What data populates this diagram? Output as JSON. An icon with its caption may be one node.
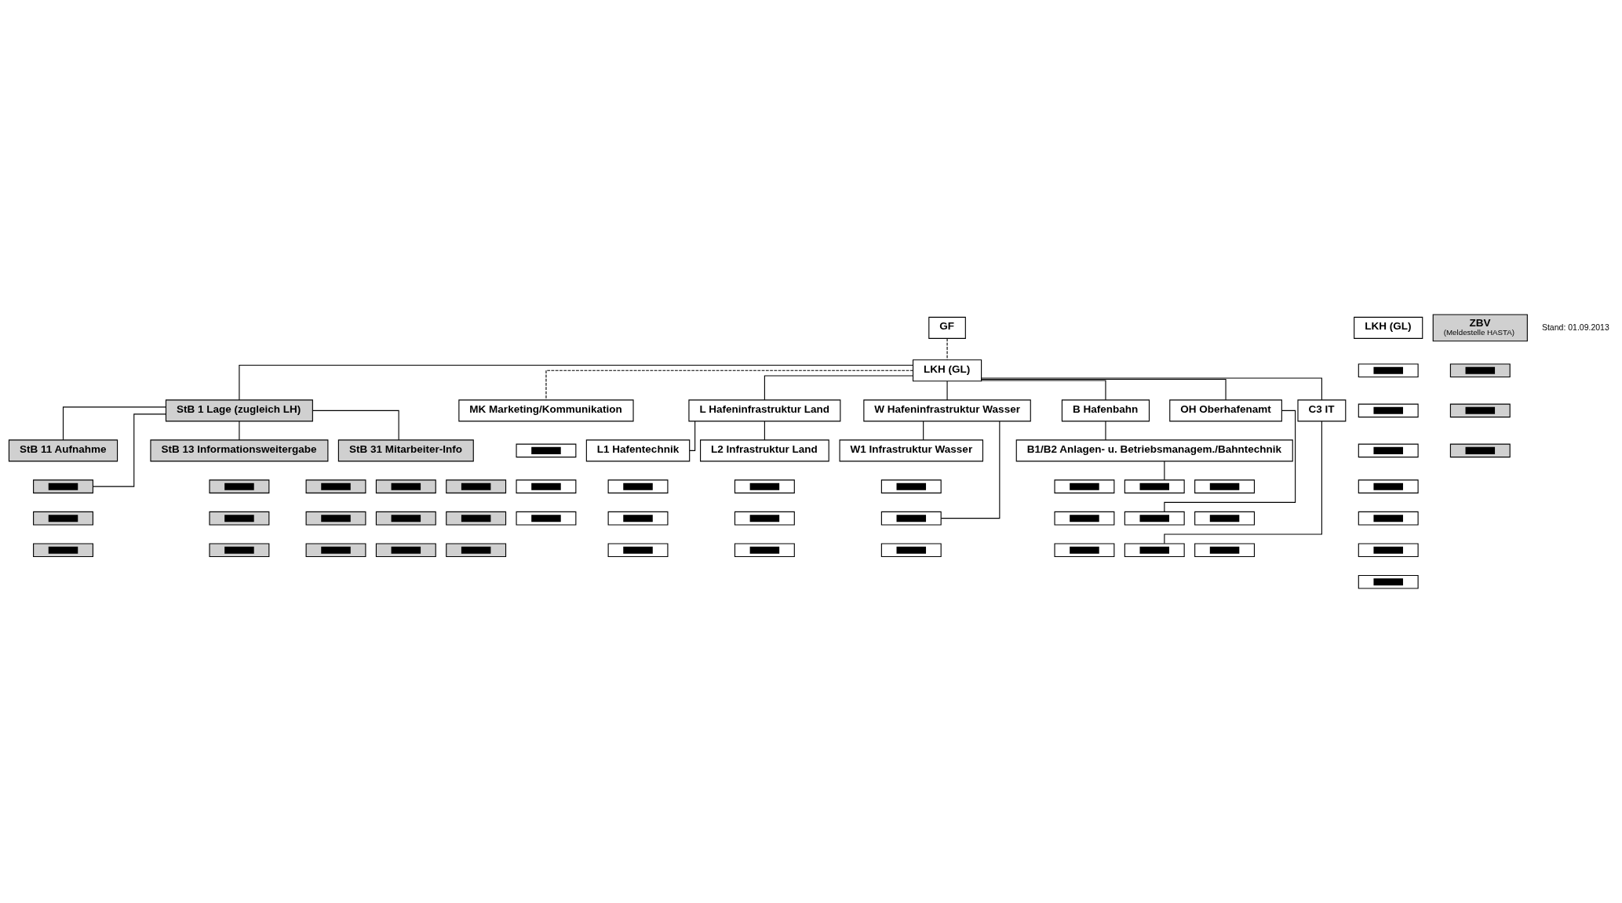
{
  "diagram": {
    "nodes": [
      {
        "text": [
          "GF"
        ]
      },
      {
        "text": [
          "LKH (GL)"
        ]
      },
      {
        "text": [
          "LKH (GL)"
        ]
      },
      {
        "text": [],
        "shape": "box"
      },
      {
        "text": [],
        "shape": "box"
      },
      {
        "text": [],
        "shape": "box"
      },
      {
        "text": [],
        "shape": "box"
      },
      {
        "text": [],
        "shape": "box"
      },
      {
        "text": [],
        "shape": "box"
      },
      {
        "text": [],
        "shape": "box"
      },
      {
        "text": [
          "StB 1 Lage (zugleich LH)"
        ]
      },
      {
        "text": [
          "ZBV",
          "(Meldestelle HASTA)"
        ]
      },
      {
        "text": [],
        "shape": "box"
      },
      {
        "text": [],
        "shape": "box"
      },
      {
        "text": [],
        "shape": "box"
      },
      {
        "text": [
          "StB 11 Aufnahme"
        ]
      },
      {
        "text": [],
        "shape": "box"
      },
      {
        "text": [],
        "shape": "box"
      },
      {
        "text": [],
        "shape": "box"
      },
      {
        "text": [
          "StB 13 Informationsweitergabe"
        ]
      },
      {
        "text": [],
        "shape": "box"
      },
      {
        "text": [],
        "shape": "box"
      },
      {
        "text": [],
        "shape": "box"
      },
      {
        "text": [
          "StB 31 Mitarbeiter-Info"
        ]
      },
      {
        "text": [],
        "shape": "box"
      },
      {
        "text": [],
        "shape": "box"
      },
      {
        "text": [],
        "shape": "box"
      },
      {
        "text": [],
        "shape": "box"
      },
      {
        "text": [],
        "shape": "box"
      },
      {
        "text": [],
        "shape": "box"
      },
      {
        "text": [],
        "shape": "box"
      },
      {
        "text": [],
        "shape": "box"
      },
      {
        "text": [],
        "shape": "box"
      },
      {
        "text": [
          "MK Marketing/Kommunikation"
        ]
      },
      {
        "text": [],
        "shape": "box"
      },
      {
        "text": [],
        "shape": "box"
      },
      {
        "text": [],
        "shape": "box"
      },
      {
        "text": [
          "L Hafeninfrastruktur Land"
        ]
      },
      {
        "text": [
          "W Hafeninfrastruktur Wasser"
        ]
      },
      {
        "text": [
          "B Hafenbahn"
        ]
      },
      {
        "text": [
          "OH Oberhafenamt"
        ]
      },
      {
        "text": [
          "C3 IT"
        ]
      },
      {
        "text": [
          "L1 Hafentechnik"
        ]
      },
      {
        "text": [],
        "shape": "box"
      },
      {
        "text": [],
        "shape": "box"
      },
      {
        "text": [],
        "shape": "box"
      },
      {
        "text": [
          "L2 Infrastruktur Land"
        ]
      },
      {
        "text": [],
        "shape": "box"
      },
      {
        "text": [],
        "shape": "box"
      },
      {
        "text": [],
        "shape": "box"
      },
      {
        "text": [
          "W1 Infrastruktur Wasser"
        ]
      },
      {
        "text": [],
        "shape": "box"
      },
      {
        "text": [],
        "shape": "box"
      },
      {
        "text": [],
        "shape": "box"
      },
      {
        "text": [
          "B1/B2 Anlagen- u. Betriebsmanagem./Bahntechnik"
        ]
      },
      {
        "text": [],
        "shape": "box"
      },
      {
        "text": [],
        "shape": "box"
      },
      {
        "text": [],
        "shape": "box"
      },
      {
        "text": [],
        "shape": "box"
      },
      {
        "text": [],
        "shape": "box"
      },
      {
        "text": [],
        "shape": "box"
      },
      {
        "text": [],
        "shape": "box"
      },
      {
        "text": [],
        "shape": "box"
      },
      {
        "text": [],
        "shape": "box"
      }
    ],
    "edges": [
      {
        "from": 0,
        "to": 1,
        "arrow": "none",
        "style": "dashed"
      },
      {
        "from": 1,
        "to": 10,
        "arrow": "none"
      },
      {
        "from": 10,
        "to": 15,
        "arrow": "none"
      },
      {
        "from": 10,
        "to": 16,
        "arrow": "none"
      },
      {
        "from": 10,
        "to": 19,
        "arrow": "none"
      },
      {
        "from": 10,
        "to": 23,
        "arrow": "none"
      },
      {
        "from": 1,
        "to": 33,
        "arrow": "none",
        "style": "dashed"
      },
      {
        "from": 1,
        "to": 37,
        "arrow": "none"
      },
      {
        "from": 1,
        "to": 38,
        "arrow": "none"
      },
      {
        "from": 1,
        "to": 39,
        "arrow": "none"
      },
      {
        "from": 1,
        "to": 40,
        "arrow": "none"
      },
      {
        "from": 1,
        "to": 41,
        "arrow": "none"
      },
      {
        "from": 37,
        "to": 42,
        "arrow": "none"
      },
      {
        "from": 37,
        "to": 46,
        "arrow": "none"
      },
      {
        "from": 38,
        "to": 50,
        "arrow": "none"
      },
      {
        "from": 38,
        "to": 52,
        "arrow": "none"
      },
      {
        "from": 39,
        "to": 54,
        "arrow": "none"
      },
      {
        "from": 54,
        "to": 56,
        "arrow": "none"
      },
      {
        "from": 40,
        "to": 59,
        "arrow": "none"
      },
      {
        "from": 41,
        "to": 62,
        "arrow": "none"
      }
    ],
    "labels": [
      "Stand: 01.09.2013"
    ]
  }
}
